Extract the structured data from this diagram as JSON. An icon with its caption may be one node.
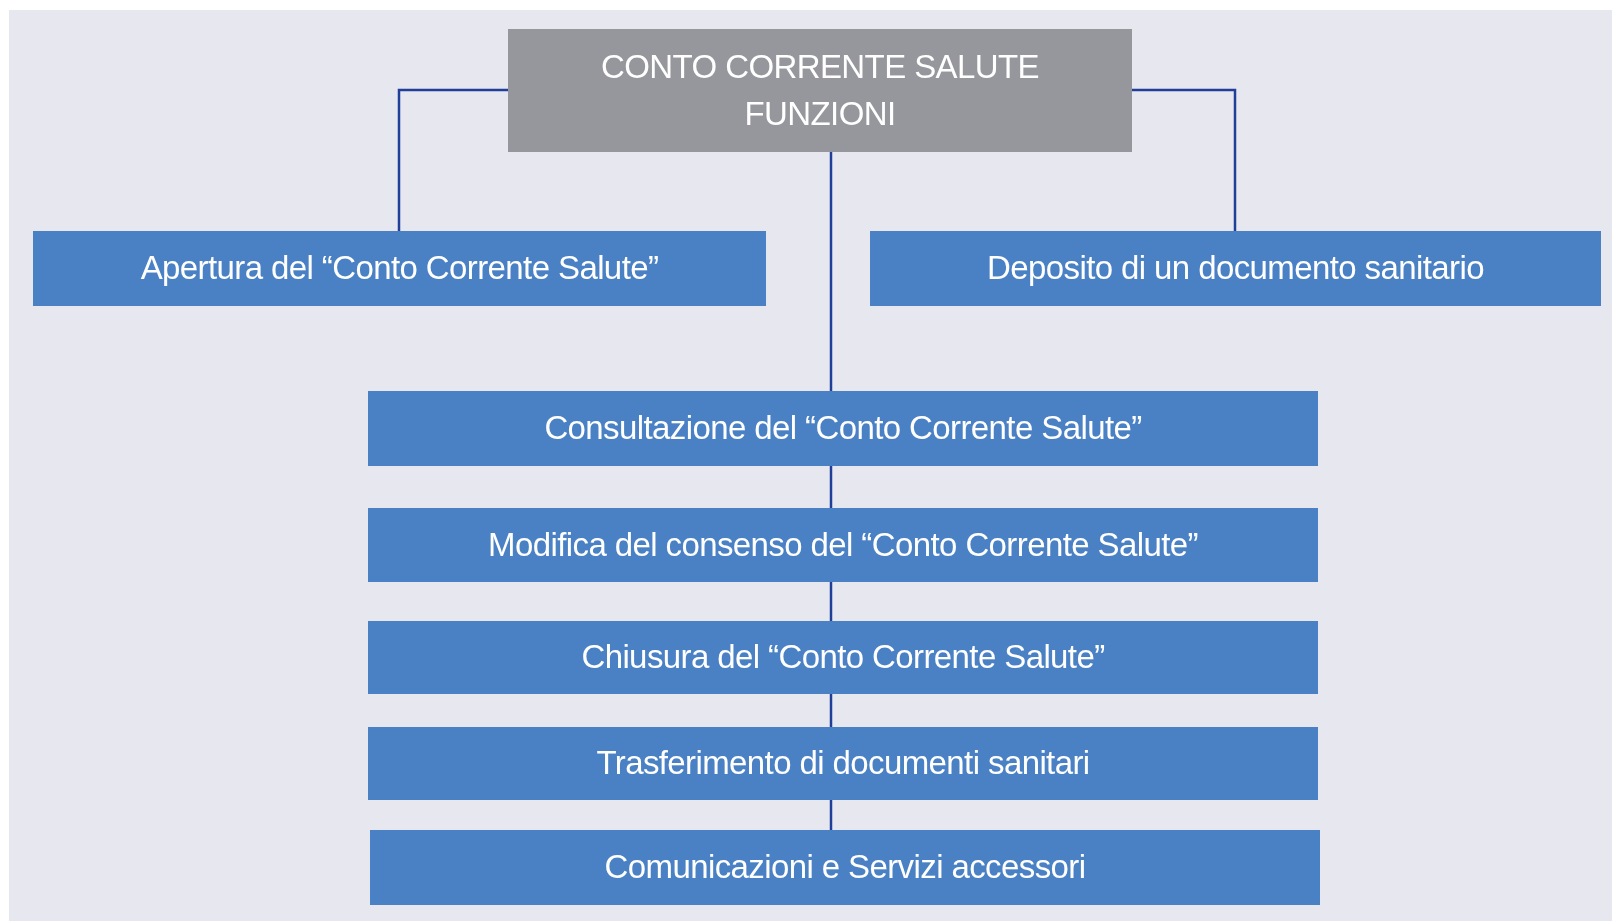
{
  "diagram": {
    "nodes": [
      {
        "text": [
          "CONTO CORRENTE SALUTE",
          "FUNZIONI"
        ]
      },
      {
        "text": [
          "Apertura del “Conto Corrente Salute”"
        ]
      },
      {
        "text": [
          "Deposito di un documento sanitario"
        ]
      },
      {
        "text": [
          "Consultazione del “Conto Corrente Salute”"
        ]
      },
      {
        "text": [
          "Modifica del consenso del “Conto Corrente Salute”"
        ]
      },
      {
        "text": [
          "Chiusura del “Conto Corrente Salute”"
        ]
      },
      {
        "text": [
          "Trasferimento di documenti sanitari"
        ]
      },
      {
        "text": [
          "Comunicazioni e Servizi accessori"
        ]
      }
    ],
    "edges": [
      {
        "from": 0,
        "to": 1,
        "arrow": "none"
      },
      {
        "from": 0,
        "to": 2,
        "arrow": "none"
      },
      {
        "from": 0,
        "to": 3,
        "arrow": "none"
      },
      {
        "from": 3,
        "to": 4,
        "arrow": "none"
      },
      {
        "from": 4,
        "to": 5,
        "arrow": "none"
      },
      {
        "from": 5,
        "to": 6,
        "arrow": "none"
      },
      {
        "from": 6,
        "to": 7,
        "arrow": "none"
      }
    ]
  }
}
